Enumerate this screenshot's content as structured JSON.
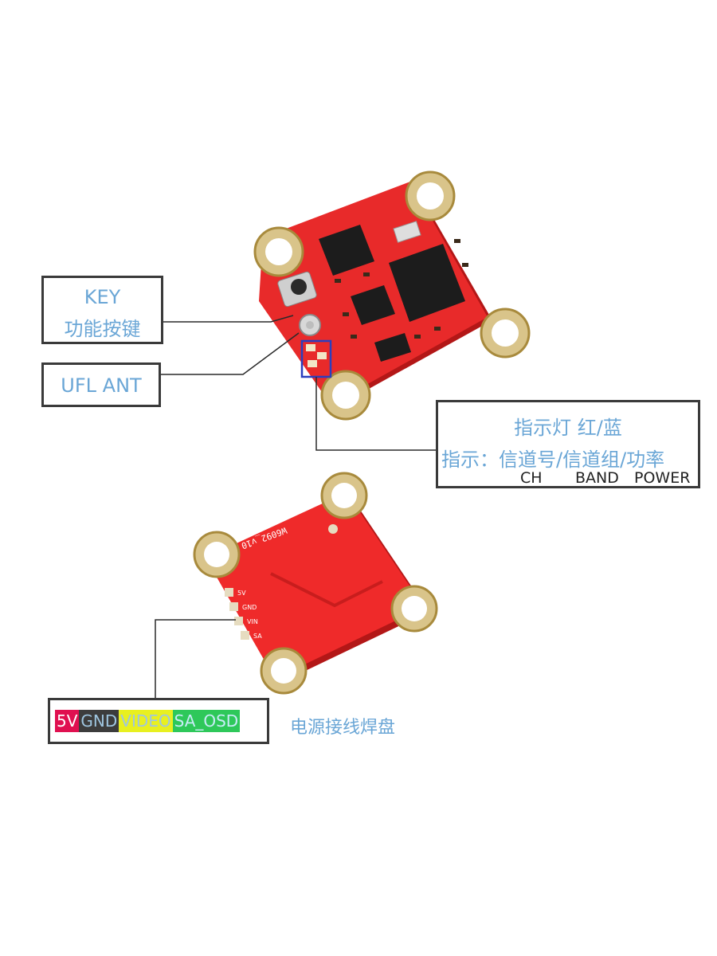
{
  "callouts": {
    "key": {
      "line1": "KEY",
      "line2": "功能按键"
    },
    "ufl": {
      "label": "UFL ANT"
    },
    "led": {
      "line1": "指示灯 红/蓝",
      "line2": "指示：信道号/信道组/功率",
      "sub": {
        "ch": "CH",
        "band": "BAND",
        "power": "POWER"
      }
    },
    "pads": {
      "pins": [
        {
          "label": "5V",
          "bg": "#e01050",
          "fg": "#ffffff"
        },
        {
          "label": "GND",
          "bg": "#3c3c3c",
          "fg": "#9fc6e0"
        },
        {
          "label": "VIDEO",
          "bg": "#e8f020",
          "fg": "#9fc6e0"
        },
        {
          "label": "SA_OSD",
          "bg": "#2ec85a",
          "fg": "#c8ecf8"
        }
      ],
      "caption": "电源接线焊盘"
    }
  },
  "boards": {
    "front": {
      "board_color": "#e82a2a"
    },
    "back": {
      "board_color": "#ef2a2a",
      "silk_model": "W6092_v10",
      "pad_labels": [
        "5V",
        "GND",
        "VIN",
        "SA"
      ]
    }
  }
}
